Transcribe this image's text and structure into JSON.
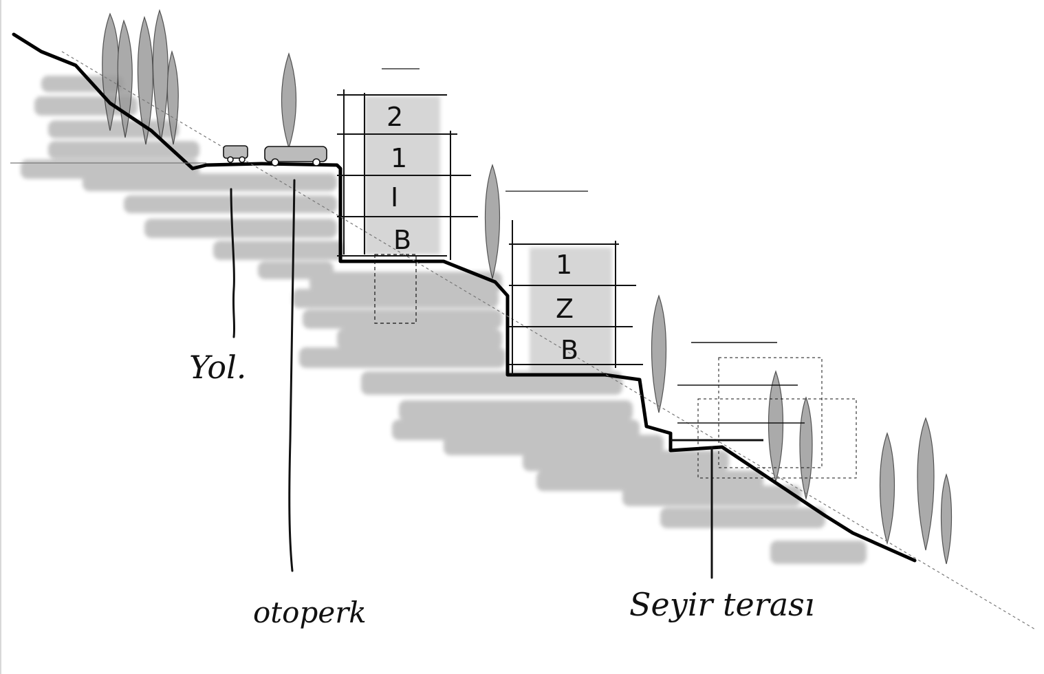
{
  "sketch": {
    "floors": {
      "b1": [
        "2",
        "1",
        "I",
        "B"
      ],
      "b2": [
        "1",
        "Z",
        "B"
      ]
    },
    "labels": {
      "yol": "Yol.",
      "otopark": "otoperk",
      "seyir": "Seyir terası"
    },
    "colors": {
      "ink": "#111111",
      "shade": "#8c8c8c",
      "paper": "#ffffff"
    }
  }
}
